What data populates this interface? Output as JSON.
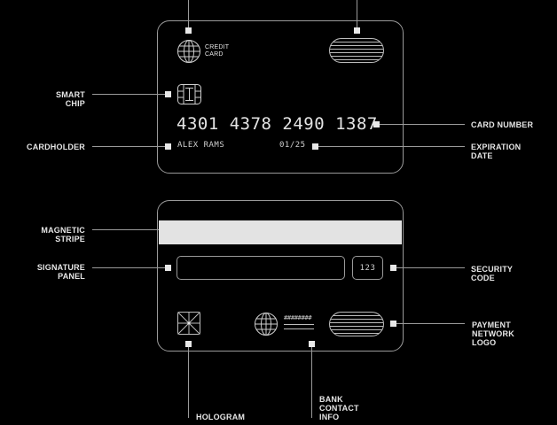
{
  "front": {
    "brand_line1": "CREDIT",
    "brand_line2": "CARD",
    "card_number": "4301 4378 2490 1387",
    "cardholder": "ALEX RAMS",
    "expiry": "01/25"
  },
  "back": {
    "security_code": "123",
    "bank_info_masked": "########"
  },
  "labels": {
    "smart_chip": [
      "SMART",
      "CHIP"
    ],
    "cardholder": [
      "CARDHOLDER"
    ],
    "card_number": [
      "CARD NUMBER"
    ],
    "expiration_date": [
      "EXPIRATION",
      "DATE"
    ],
    "magnetic_stripe": [
      "MAGNETIC",
      "STRIPE"
    ],
    "signature_panel": [
      "SIGNATURE",
      "PANEL"
    ],
    "security_code": [
      "SECURITY",
      "CODE"
    ],
    "payment_network_logo": [
      "PAYMENT",
      "NETWORK",
      "LOGO"
    ],
    "hologram": [
      "HOLOGRAM"
    ],
    "bank_contact_info": [
      "BANK",
      "CONTACT",
      "INFO"
    ]
  },
  "colors": {
    "background": "#000000",
    "line": "#9a9a9a",
    "marker": "#e8e8e8",
    "stripe": "#e3e3e3",
    "text": "#e6e6e6"
  }
}
